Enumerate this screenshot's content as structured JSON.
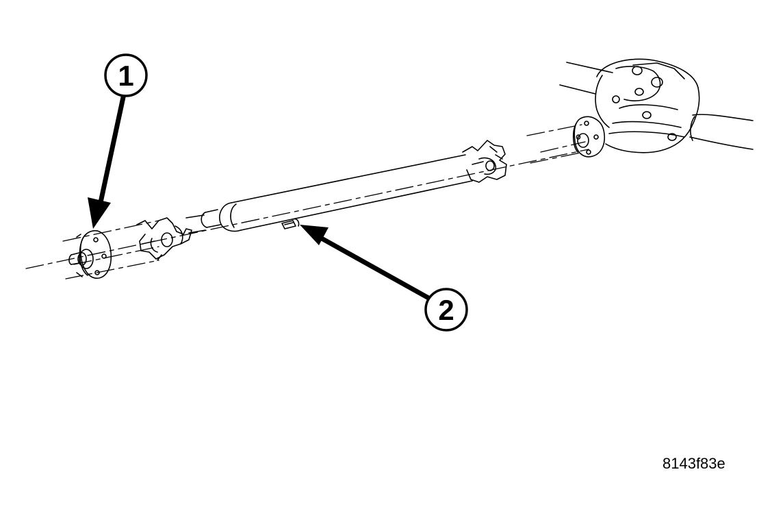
{
  "callouts": [
    {
      "number": "1"
    },
    {
      "number": "2"
    }
  ],
  "figure_id": "8143f83e",
  "colors": {
    "ink": "#000000",
    "paper": "#ffffff"
  }
}
